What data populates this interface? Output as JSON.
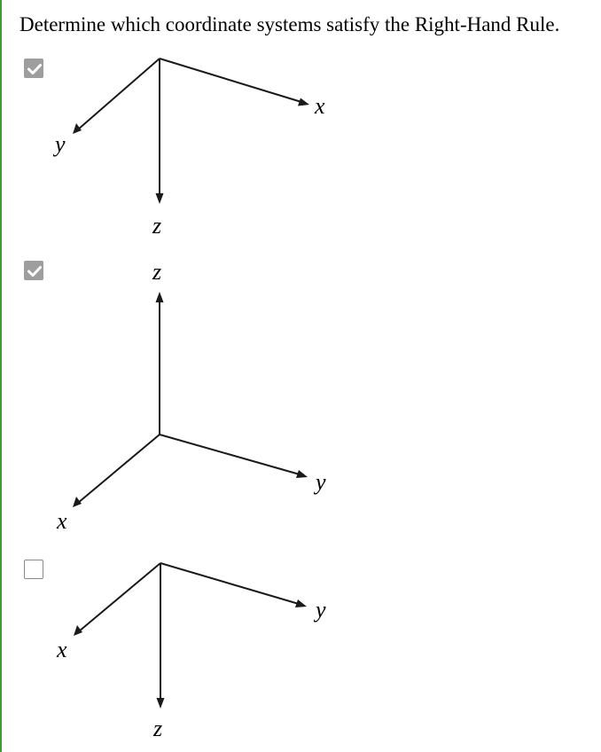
{
  "question": "Determine which coordinate systems satisfy the Right-Hand Rule.",
  "options": [
    {
      "checked": true,
      "labels": {
        "right": "x",
        "left": "y",
        "vertical": "z"
      }
    },
    {
      "checked": true,
      "labels": {
        "right": "y",
        "left": "x",
        "vertical": "z"
      }
    },
    {
      "checked": false,
      "labels": {
        "right": "y",
        "left": "x",
        "vertical": "z"
      }
    }
  ],
  "colors": {
    "left_border": "#3f9b3a",
    "checkbox_checked": "#9e9e9e",
    "checkbox_unchecked_border": "#8a8a8a",
    "axis_line": "#1a1a1a"
  }
}
